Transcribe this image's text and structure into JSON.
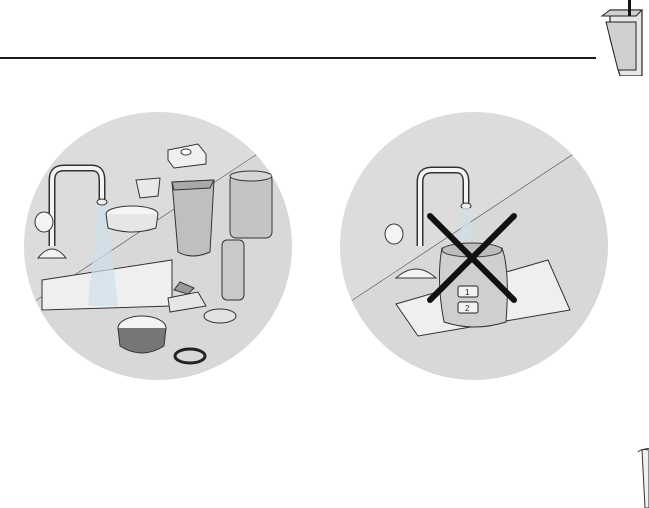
{
  "page": {
    "illustrations": [
      {
        "name": "washable-parts",
        "allowed": true
      },
      {
        "name": "motor-base-no-rinse",
        "allowed": false
      }
    ],
    "motor_buttons": [
      "1",
      "2"
    ]
  }
}
